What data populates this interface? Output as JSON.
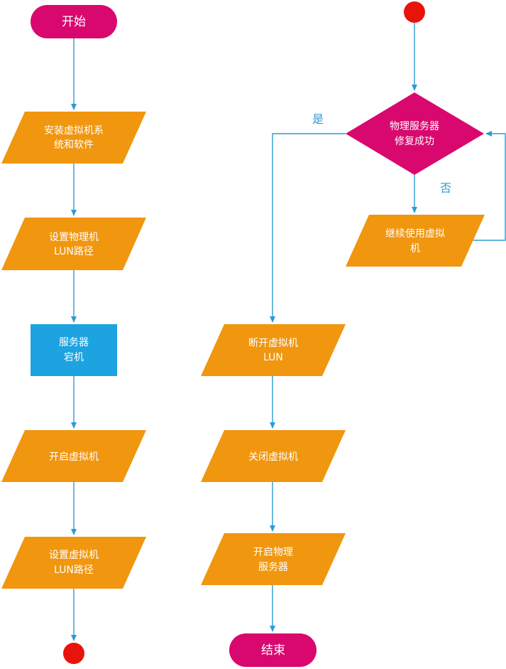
{
  "colors": {
    "terminal": "#d9086f",
    "process": "#f0960f",
    "highlight": "#1ca3e0",
    "connector": "#e8140b",
    "arrow": "#2c9bd6",
    "label_text": "#2c9bd6"
  },
  "nodes": {
    "start": {
      "label": "开始"
    },
    "install": {
      "line1": "安装虚拟机系",
      "line2": "统和软件"
    },
    "set_physical_lun": {
      "line1": "设置物理机",
      "line2": "LUN路径"
    },
    "server_down": {
      "line1": "服务器",
      "line2": "宕机"
    },
    "start_vm": {
      "label": "开启虚拟机"
    },
    "set_vm_lun": {
      "line1": "设置虚拟机",
      "line2": "LUN路径"
    },
    "decision": {
      "line1": "物理服务器",
      "line2": "修复成功"
    },
    "continue_vm": {
      "line1": "继续使用虚拟",
      "line2": "机"
    },
    "disconnect_lun": {
      "line1": "断开虚拟机",
      "line2": "LUN"
    },
    "close_vm": {
      "label": "关闭虚拟机"
    },
    "start_physical": {
      "line1": "开启物理",
      "line2": "服务器"
    },
    "end": {
      "label": "结束"
    }
  },
  "edge_labels": {
    "yes": "是",
    "no": "否"
  }
}
